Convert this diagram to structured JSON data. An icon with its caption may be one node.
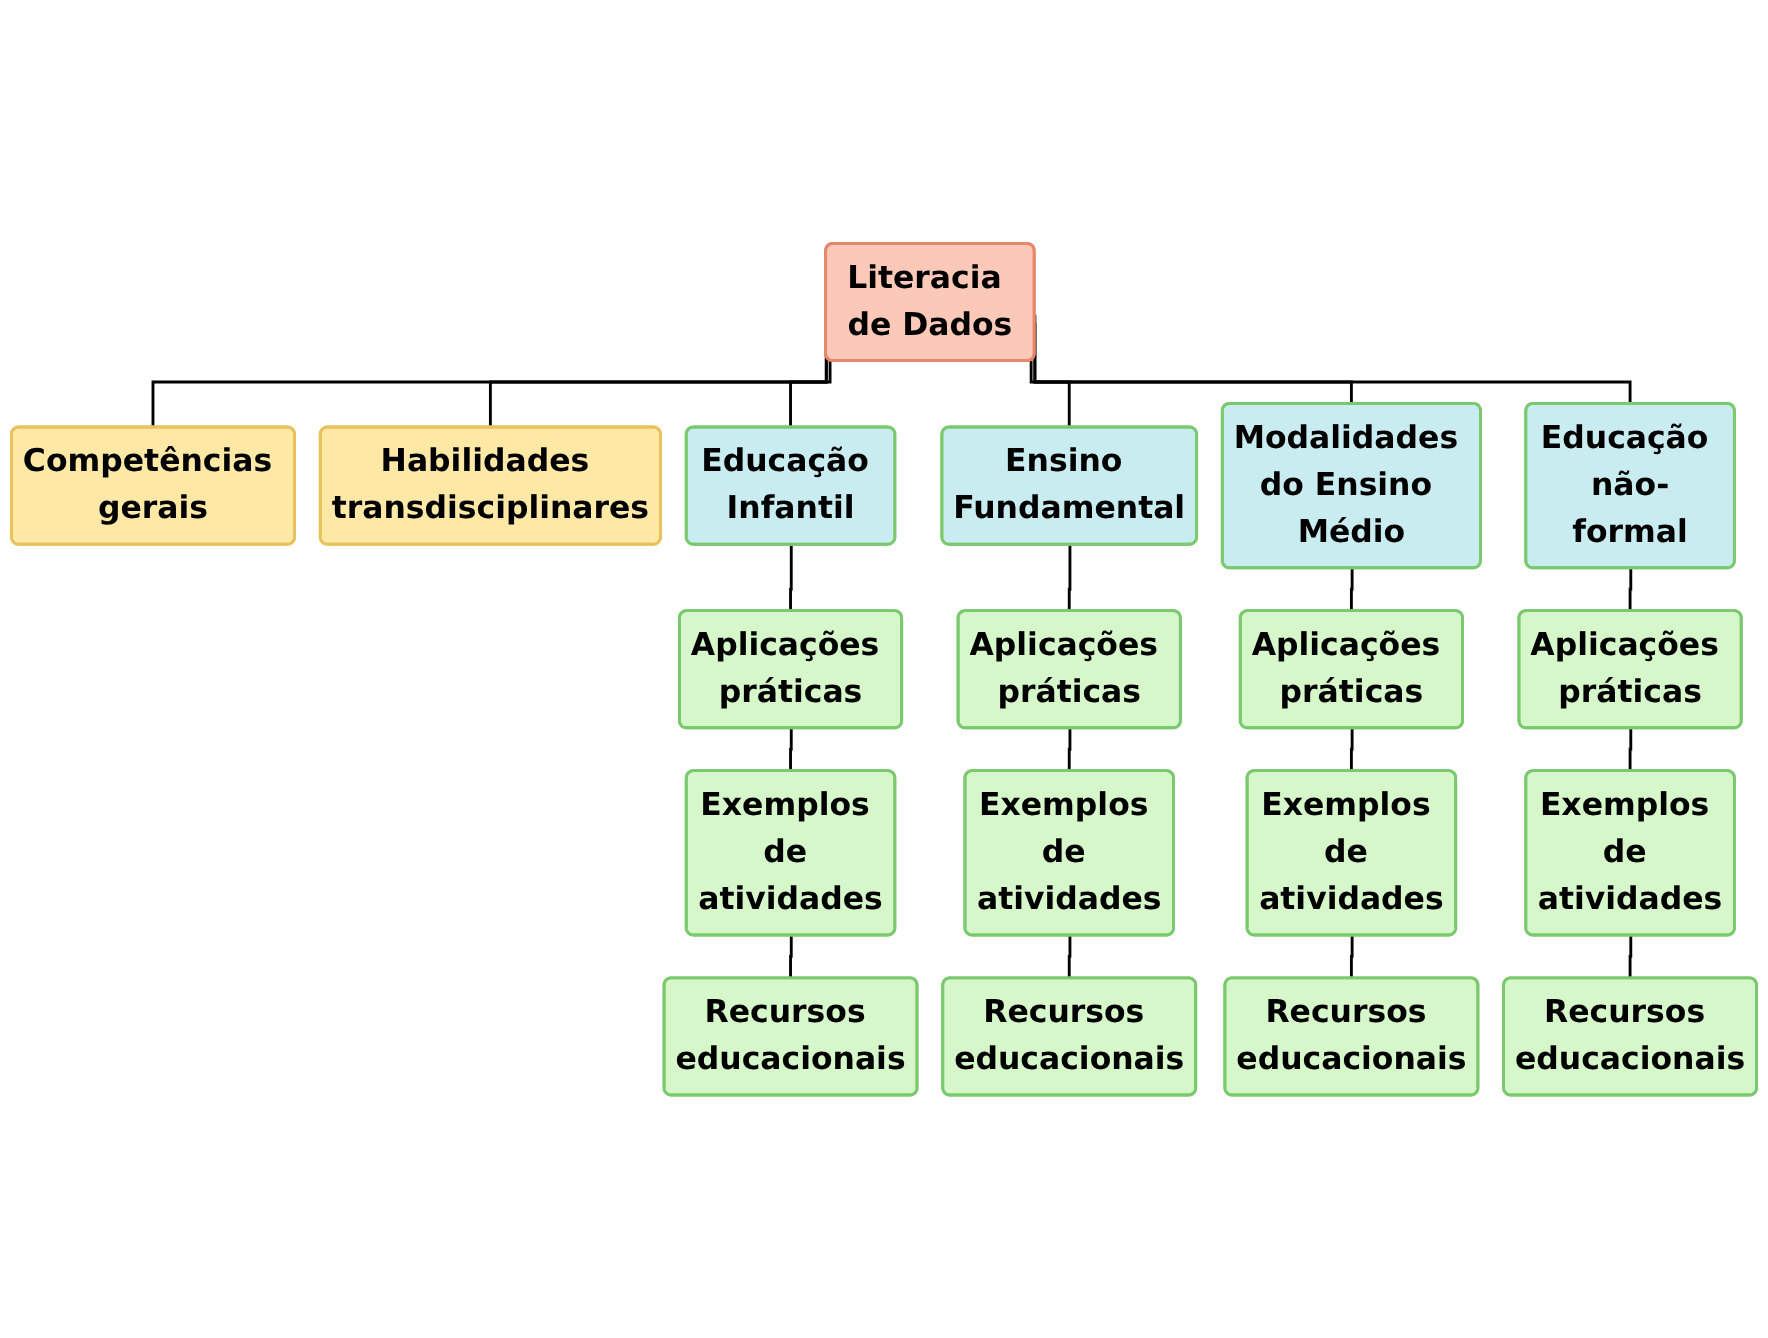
{
  "diagram": {
    "nodes": [
      {
        "text": [
          "Literacia de Dados"
        ]
      },
      {
        "text": [
          "Competências gerais"
        ]
      },
      {
        "text": [
          "Habilidades transdisciplinares"
        ]
      },
      {
        "text": [
          "Educação Infantil"
        ]
      },
      {
        "text": [
          "Ensino Fundamental"
        ]
      },
      {
        "text": [
          "Modalidades do Ensino Médio"
        ]
      },
      {
        "text": [
          "Educação não-formal"
        ]
      },
      {
        "text": [
          "Aplicações práticas"
        ]
      },
      {
        "text": [
          "Aplicações práticas"
        ]
      },
      {
        "text": [
          "Aplicações práticas"
        ]
      },
      {
        "text": [
          "Aplicações práticas"
        ]
      },
      {
        "text": [
          "Exemplos de atividades"
        ]
      },
      {
        "text": [
          "Exemplos de atividades"
        ]
      },
      {
        "text": [
          "Exemplos de atividades"
        ]
      },
      {
        "text": [
          "Exemplos de atividades"
        ]
      },
      {
        "text": [
          "Recursos educacionais"
        ]
      },
      {
        "text": [
          "Recursos educacionais"
        ]
      },
      {
        "text": [
          "Recursos educacionais"
        ]
      },
      {
        "text": [
          "Recursos educacionais"
        ]
      }
    ],
    "edges": [
      {
        "from": 0,
        "to": 1,
        "arrow": "none"
      },
      {
        "from": 0,
        "to": 2,
        "arrow": "none"
      },
      {
        "from": 0,
        "to": 3,
        "arrow": "none"
      },
      {
        "from": 0,
        "to": 4,
        "arrow": "none"
      },
      {
        "from": 0,
        "to": 5,
        "arrow": "none"
      },
      {
        "from": 0,
        "to": 6,
        "arrow": "none"
      },
      {
        "from": 3,
        "to": 7,
        "arrow": "none"
      },
      {
        "from": 4,
        "to": 8,
        "arrow": "none"
      },
      {
        "from": 5,
        "to": 9,
        "arrow": "none"
      },
      {
        "from": 6,
        "to": 10,
        "arrow": "none"
      },
      {
        "from": 7,
        "to": 11,
        "arrow": "none"
      },
      {
        "from": 8,
        "to": 12,
        "arrow": "none"
      },
      {
        "from": 9,
        "to": 13,
        "arrow": "none"
      },
      {
        "from": 10,
        "to": 14,
        "arrow": "none"
      },
      {
        "from": 11,
        "to": 15,
        "arrow": "none"
      },
      {
        "from": 12,
        "to": 16,
        "arrow": "none"
      },
      {
        "from": 13,
        "to": 17,
        "arrow": "none"
      },
      {
        "from": 14,
        "to": 18,
        "arrow": "none"
      }
    ]
  }
}
